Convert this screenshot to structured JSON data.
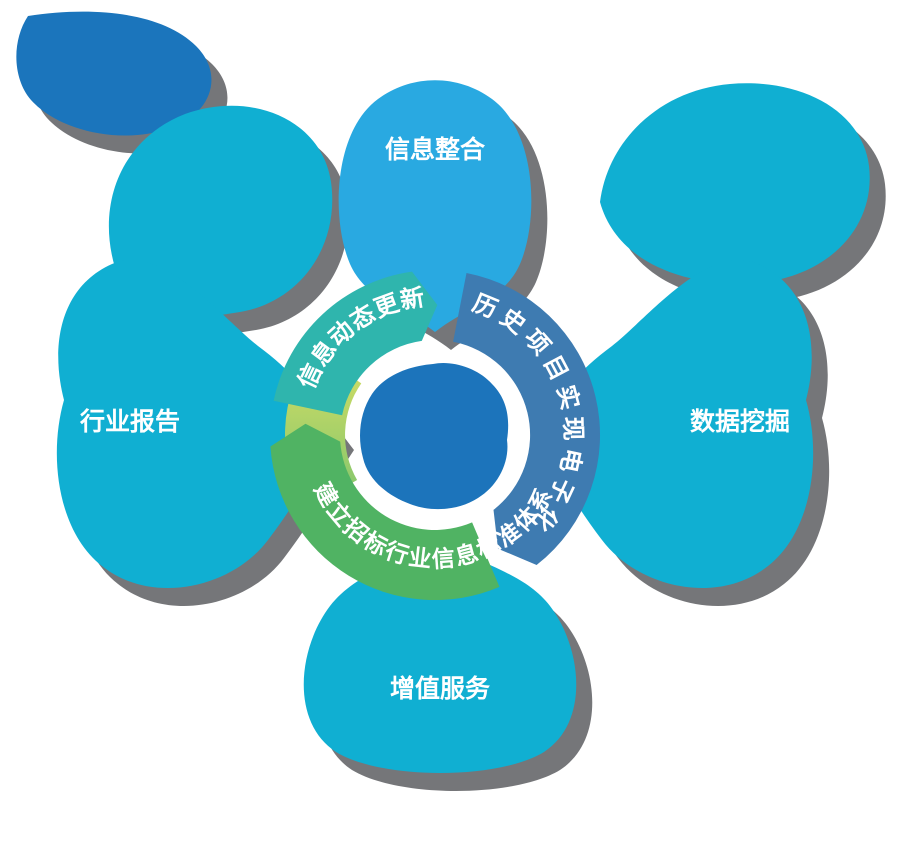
{
  "diagram": {
    "petals": [
      {
        "position": "top",
        "label": "信息整合",
        "color": "#29A9E1"
      },
      {
        "position": "right",
        "label": "数据挖掘",
        "color": "#10AFD2"
      },
      {
        "position": "bottom",
        "label": "增值服务",
        "color": "#10AFD2"
      },
      {
        "position": "left",
        "label": "行业报告",
        "color": "#10AFD2"
      }
    ],
    "ring_segments": [
      {
        "position": "upper-left",
        "label": "信息动态更新",
        "color": "#2FB5AD"
      },
      {
        "position": "upper-right",
        "label": "历史项目实现电子化",
        "color": "#3E7BB1"
      },
      {
        "position": "bottom",
        "label": "建立招标行业信息标准体系",
        "color": "#50B363"
      }
    ],
    "center": {
      "color": "#1C74BB"
    },
    "accent": {
      "color_start": "#D9DF63",
      "color_end": "#7CC46E"
    },
    "corner_accent_color": "#1B75BC",
    "shadow_color": "#6E6F72",
    "label_text_color": "#FFFFFF"
  }
}
